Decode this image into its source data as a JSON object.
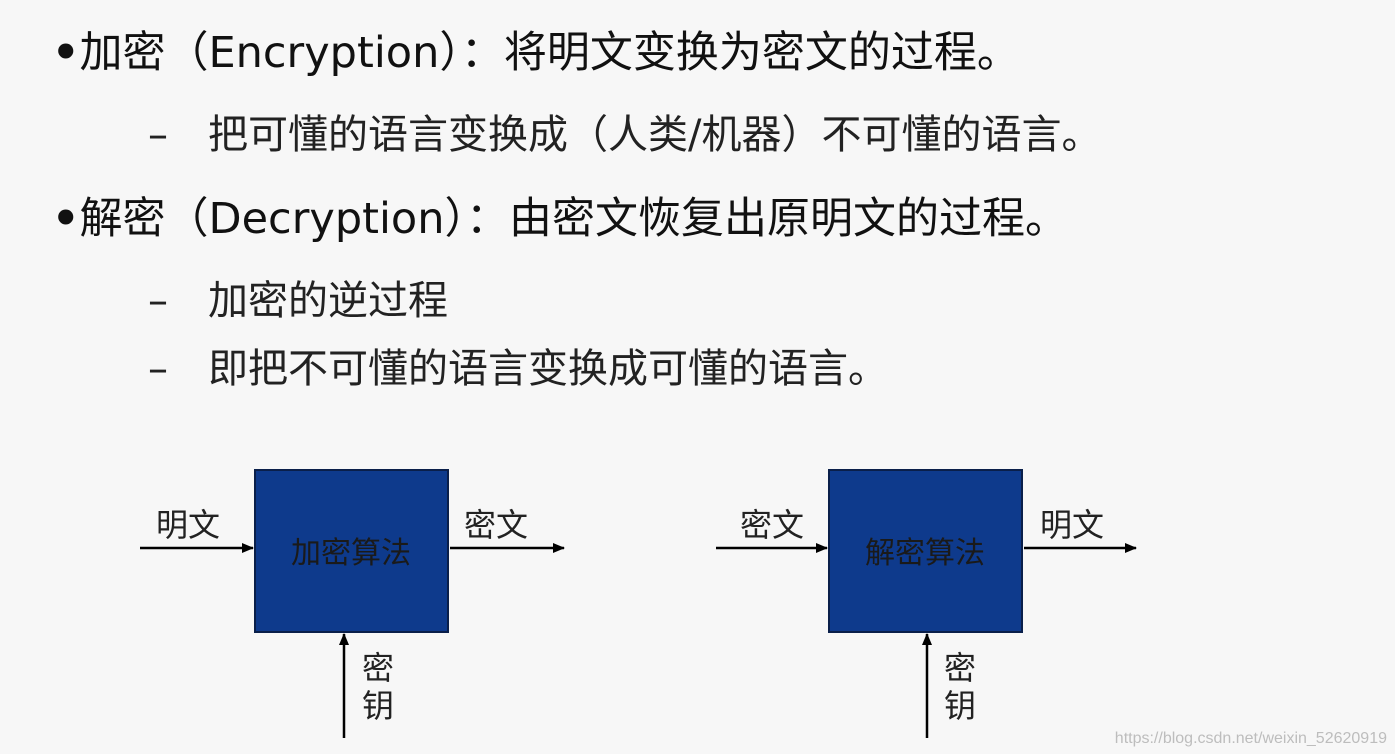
{
  "points": [
    {
      "bullet": "•",
      "text": "加密（Encryption）：将明文变换为密文的过程。"
    },
    {
      "dash": "–",
      "text": "把可懂的语言变换成（人类/机器）不可懂的语言。"
    },
    {
      "bullet": "•",
      "text": "解密（Decryption）：由密文恢复出原明文的过程。"
    },
    {
      "dash": "–",
      "text": "加密的逆过程"
    },
    {
      "dash": "–",
      "text": "即把不可懂的语言变换成可懂的语言。"
    }
  ],
  "diagram": {
    "encrypt": {
      "input": "明文",
      "box": "加密算法",
      "output": "密文",
      "key_line1": "密",
      "key_line2": "钥"
    },
    "decrypt": {
      "input": "密文",
      "box": "解密算法",
      "output": "明文",
      "key_line1": "密",
      "key_line2": "钥"
    },
    "box_color": "#0e3a8c"
  },
  "watermark": "https://blog.csdn.net/weixin_52620919"
}
